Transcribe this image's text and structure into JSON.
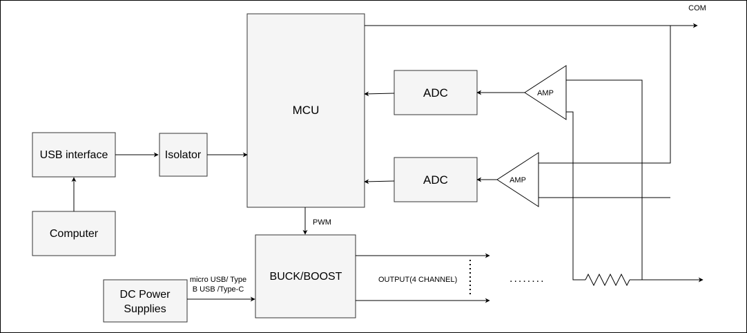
{
  "blocks": {
    "mcu": "MCU",
    "adc_top": "ADC",
    "adc_bottom": "ADC",
    "usb_interface": "USB interface",
    "isolator": "Isolator",
    "computer": "Computer",
    "buck_boost": "BUCK/BOOST",
    "dc_power_line1": "DC Power",
    "dc_power_line2": "Supplies",
    "amp_top": "AMP",
    "amp_bottom": "AMP"
  },
  "labels": {
    "com": "COM",
    "pwm": "PWM",
    "micro_usb_line1": "micro USB/ Type",
    "micro_usb_line2": "B USB /Type-C",
    "output": "OUTPUT(4 CHANNEL)",
    "dots": "........"
  },
  "colors": {
    "block_fill": "#f5f5f5",
    "stroke": "#000000",
    "background": "#ffffff"
  }
}
